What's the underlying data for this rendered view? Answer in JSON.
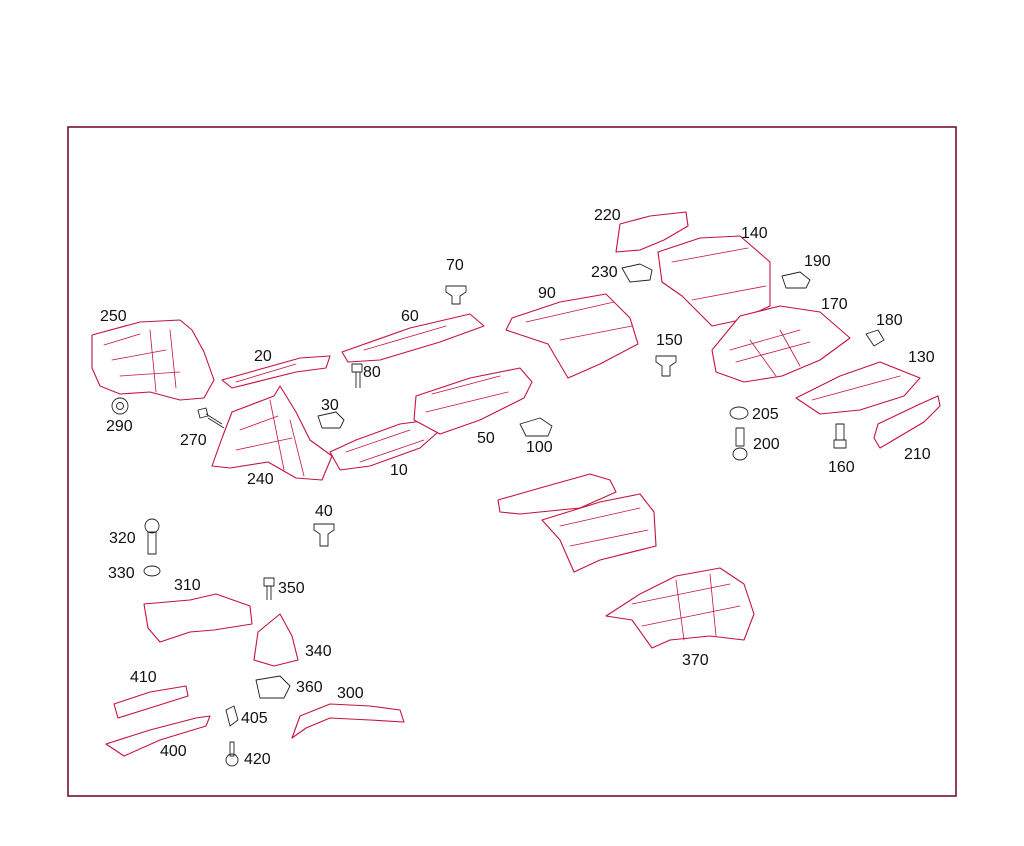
{
  "diagram": {
    "callouts": {
      "c10": "10",
      "c20": "20",
      "c30": "30",
      "c40": "40",
      "c50": "50",
      "c60": "60",
      "c70": "70",
      "c80": "80",
      "c90": "90",
      "c100": "100",
      "c130": "130",
      "c140": "140",
      "c150": "150",
      "c160": "160",
      "c170": "170",
      "c180": "180",
      "c190": "190",
      "c200": "200",
      "c205": "205",
      "c210": "210",
      "c220": "220",
      "c230": "230",
      "c240": "240",
      "c250": "250",
      "c270": "270",
      "c290": "290",
      "c300": "300",
      "c310": "310",
      "c320": "320",
      "c330": "330",
      "c340": "340",
      "c350": "350",
      "c360": "360",
      "c370": "370",
      "c400": "400",
      "c405": "405",
      "c410": "410",
      "c420": "420"
    },
    "colors": {
      "frame": "#7a1030",
      "part_line": "#c4143c",
      "text": "#111111"
    }
  }
}
